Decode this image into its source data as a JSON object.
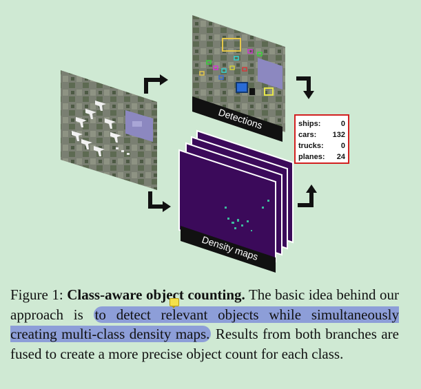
{
  "figure": {
    "detections_label": "Detections",
    "density_label": "Density maps",
    "counts": [
      {
        "label": "ships:",
        "value": "0"
      },
      {
        "label": "cars:",
        "value": "132"
      },
      {
        "label": "trucks:",
        "value": "0"
      },
      {
        "label": "planes:",
        "value": "24"
      }
    ],
    "colors": {
      "background": "#cfe9d3",
      "density": "#3b0a5a",
      "counts_border": "#d21f1f",
      "highlight": "#8d9ed8"
    }
  },
  "caption": {
    "figure_num": "Figure 1:",
    "title": "Class-aware object counting.",
    "text_pre": "The basic idea behind our approach is",
    "text_highlight": "to detect relevant objects while simultaneously creating multi-class density maps.",
    "text_post": "Results from both branches are fused to create a more precise object count for each class."
  }
}
